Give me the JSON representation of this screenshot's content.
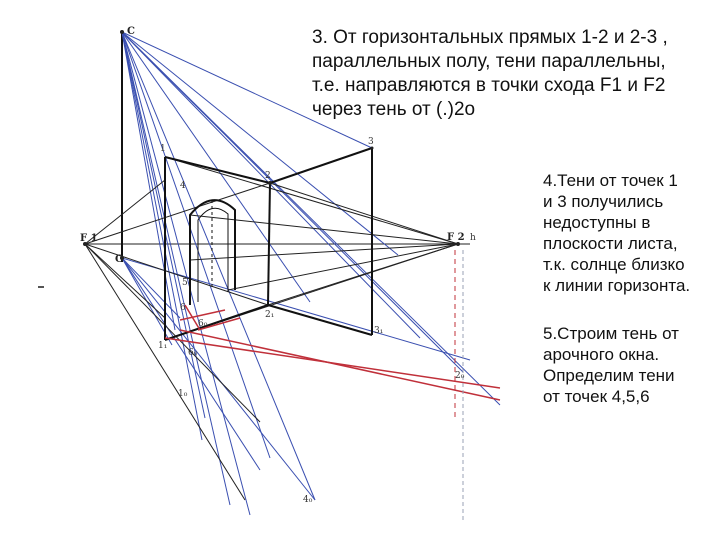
{
  "notes": {
    "step3": "3. От горизонтальных прямых 1-2 и 2-3 ,\nпараллельных полу, тени параллельны,\nт.е. направляются в точки схода F1 и F2\nчерез тень от (.)2о",
    "step4": "4.Тени от точек 1\nи 3 получились\nнедоступны  в\nплоскости листа,\nт.к. солнце близко\nк линии горизонта.",
    "step5": "5.Строим тень от\nарочного окна.\nОпределим тени\nот точек 4,5,6"
  },
  "labels": {
    "sun": "C",
    "sun_foot": "C",
    "f1": "F 1",
    "f2": "F 2",
    "h": "h",
    "p1": "1",
    "p2": "2",
    "p3": "3",
    "p1_base": "1₁",
    "p2_base": "2₁",
    "p3_base": "3₁",
    "p4": "4",
    "p5": "5",
    "p6": "6",
    "p6_shadow_top": "6₀",
    "p6_shadow": "6₀",
    "p4_shadow": "4₀",
    "p2_shadow": "2₀",
    "p1_shadow": "1₀"
  },
  "colors": {
    "construction_black": "#111111",
    "sun_rays_blue": "#3a4fb0",
    "shadow_red": "#c0303a",
    "hatch_pink": "#e08a94",
    "light_gray": "#9aa0b4"
  }
}
